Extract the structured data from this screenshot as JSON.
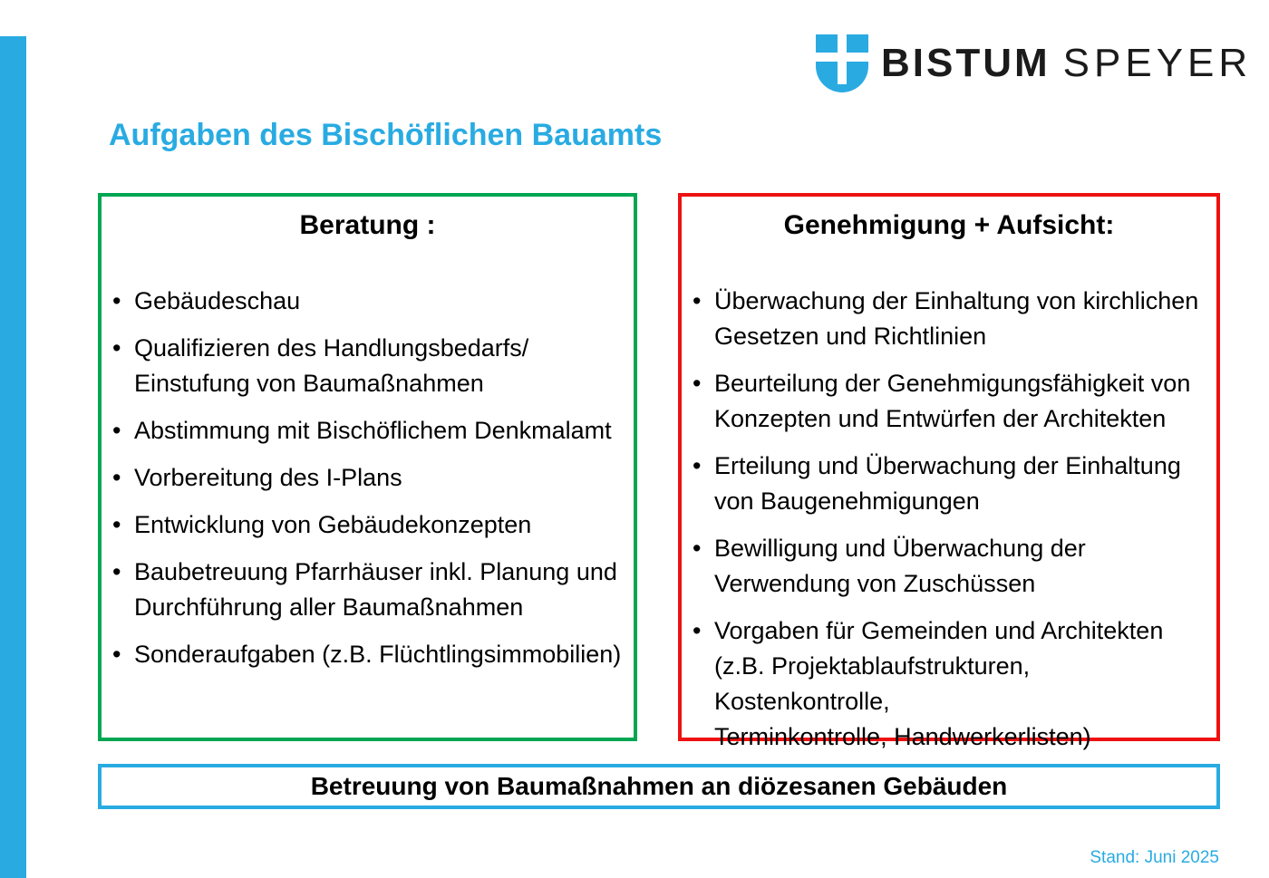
{
  "brand": {
    "name_primary": "BISTUM",
    "name_secondary": "SPEYER",
    "logo_icon": "shield-cross-icon"
  },
  "page": {
    "title": "Aufgaben des Bischöflichen Bauamts",
    "footer": "Stand: Juni 2025"
  },
  "colors": {
    "accent_blue": "#29ABE2",
    "green_border": "#00A651",
    "red_border": "#EE1111",
    "text_black": "#000000"
  },
  "left_box": {
    "title": "Beratung :",
    "items": [
      "Gebäudeschau",
      "Qualifizieren des Handlungsbedarfs/\nEinstufung von Baumaßnahmen",
      "Abstimmung mit Bischöflichem Denkmalamt",
      "Vorbereitung des I-Plans",
      "Entwicklung von Gebäudekonzepten",
      "Baubetreuung Pfarrhäuser inkl. Planung und\nDurchführung aller Baumaßnahmen",
      "Sonderaufgaben (z.B. Flüchtlingsimmobilien)"
    ]
  },
  "right_box": {
    "title": "Genehmigung + Aufsicht:",
    "items": [
      "Überwachung der Einhaltung von kirchlichen\nGesetzen und Richtlinien",
      "Beurteilung der Genehmigungsfähigkeit von\nKonzepten und Entwürfen der Architekten",
      "Erteilung und Überwachung der Einhaltung\nvon Baugenehmigungen",
      "Bewilligung und Überwachung der\nVerwendung von Zuschüssen",
      "Vorgaben für Gemeinden und Architekten\n(z.B. Projektablaufstrukturen, Kostenkontrolle,\nTerminkontrolle, Handwerkerlisten)"
    ]
  },
  "bottom_box": {
    "text": "Betreuung von Baumaßnahmen an diözesanen Gebäuden"
  }
}
